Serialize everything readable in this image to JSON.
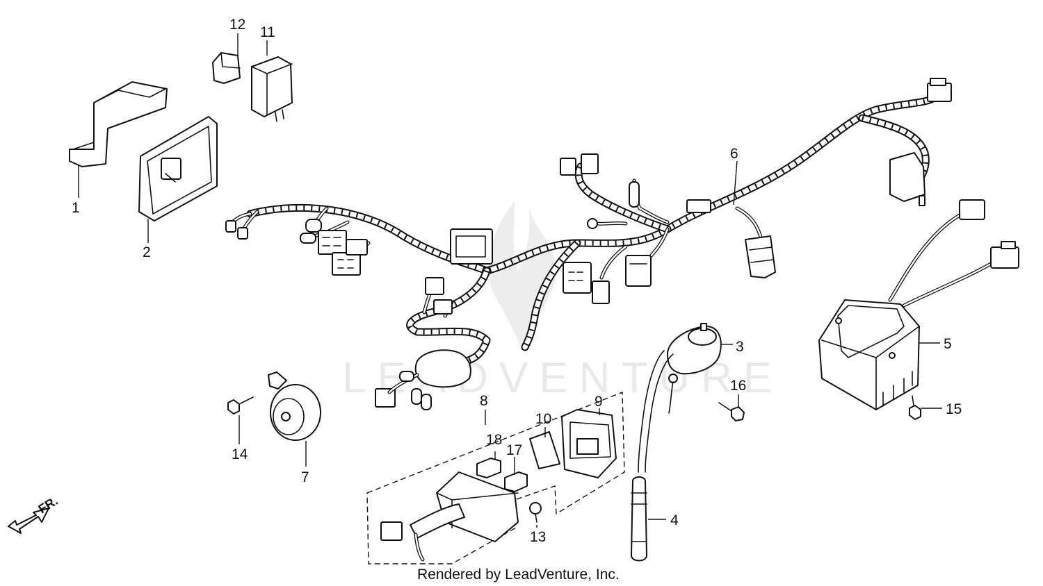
{
  "diagram": {
    "callouts": [
      "1",
      "2",
      "3",
      "4",
      "5",
      "6",
      "7",
      "8",
      "9",
      "10",
      "11",
      "12",
      "13",
      "14",
      "15",
      "16",
      "17",
      "18"
    ],
    "direction_label": "FR.",
    "watermark_text": "LEADVENTURE",
    "credit": "Rendered by LeadVenture, Inc.",
    "colors": {
      "line": "#111111",
      "background": "#ffffff",
      "watermark": "#e9e9e9"
    }
  }
}
